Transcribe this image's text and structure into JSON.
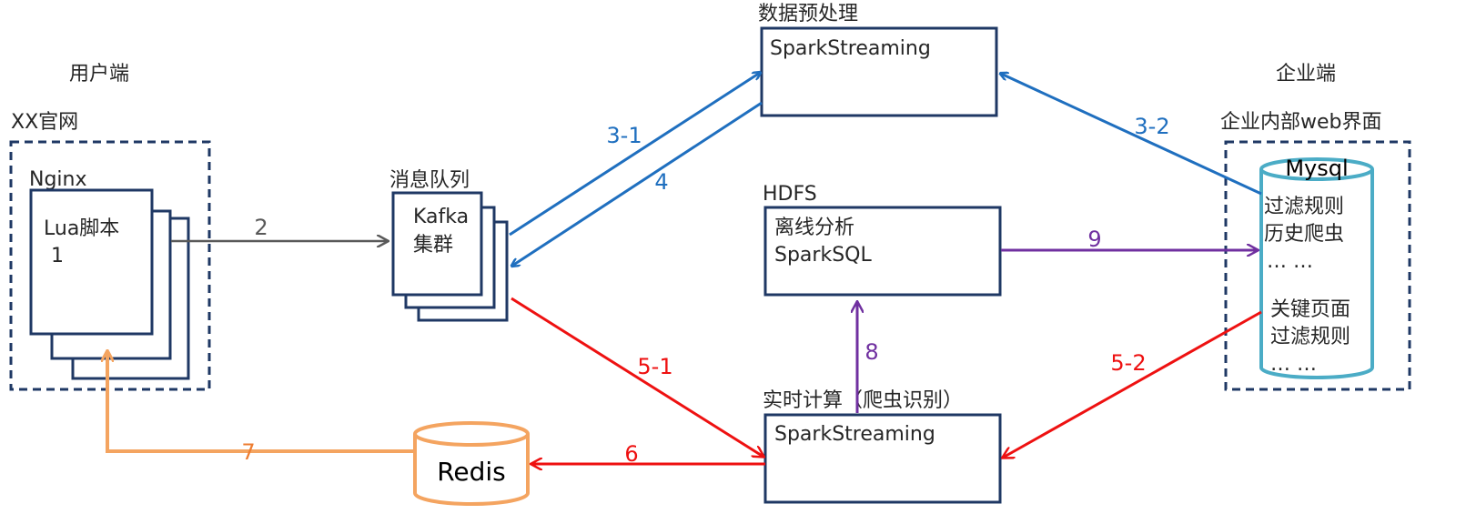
{
  "colors": {
    "box_stroke": "#1f3864",
    "blue": "#1f6fbf",
    "gray": "#595959",
    "purple": "#7030a0",
    "red": "#ee1111",
    "orange": "#f4a460",
    "orange_label": "#ed7d31",
    "db_stroke": "#4bacc6",
    "text": "#262626"
  },
  "user_side": {
    "title": "用户端",
    "site_label": "XX官网",
    "nginx_label": "Nginx",
    "lua_label": "Lua脚本",
    "lua_number": "1"
  },
  "mq": {
    "title": "消息队列",
    "line1": "Kafka",
    "line2": "集群"
  },
  "preprocess": {
    "title": "数据预处理",
    "box_text": "SparkStreaming"
  },
  "hdfs": {
    "title": "HDFS",
    "line1": "离线分析",
    "line2": "SparkSQL"
  },
  "realtime": {
    "title": "实时计算（爬虫识别）",
    "box_text": "SparkStreaming"
  },
  "redis": {
    "label": "Redis"
  },
  "enterprise": {
    "title": "企业端",
    "web_label": "企业内部web界面",
    "db_label": "Mysql",
    "lines_top": [
      "过滤规则",
      "历史爬虫",
      "… …"
    ],
    "lines_bottom": [
      "关键页面",
      "过滤规则",
      "… …"
    ]
  },
  "edges": {
    "e2": "2",
    "e31": "3-1",
    "e32": "3-2",
    "e4": "4",
    "e51": "5-1",
    "e52": "5-2",
    "e6": "6",
    "e7": "7",
    "e8": "8",
    "e9": "9"
  }
}
